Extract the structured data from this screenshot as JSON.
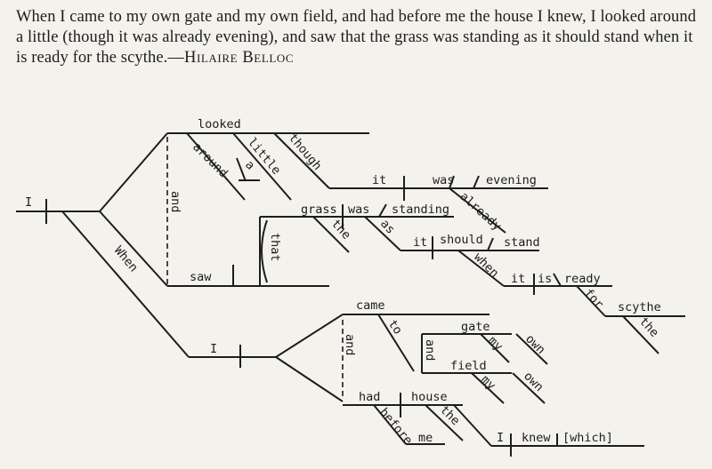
{
  "quote": {
    "text": "When I came to my own gate and my own field, and had before me the house I knew, I looked around a little (though it was already evening), and saw that the grass was standing as it should stand when it is ready for the scythe.—",
    "author": "Hilaire Belloc"
  },
  "diagram": {
    "words": {
      "subject_i": "I",
      "looked": "looked",
      "around": "around",
      "little": "little",
      "a": "a",
      "though": "though",
      "it1": "it",
      "was1": "was",
      "evening": "evening",
      "already": "already",
      "and1": "and",
      "grass": "grass",
      "was2": "was",
      "standing": "standing",
      "the1": "the",
      "that": "that",
      "as": "as",
      "it2": "it",
      "should": "should",
      "stand": "stand",
      "saw": "saw",
      "when_upper": "When",
      "when_lower": "when",
      "it3": "it",
      "is": "is",
      "ready": "ready",
      "for": "for",
      "scythe": "scythe",
      "the2": "the",
      "came": "came",
      "i2": "I",
      "to": "to",
      "gate": "gate",
      "my1": "my",
      "own1": "own",
      "and2": "and",
      "and3": "and",
      "field": "field",
      "my2": "my",
      "own2": "own",
      "had": "had",
      "house": "house",
      "the3": "the",
      "before": "before",
      "me": "me",
      "i3": "I",
      "knew": "knew",
      "which": "[which]"
    }
  }
}
